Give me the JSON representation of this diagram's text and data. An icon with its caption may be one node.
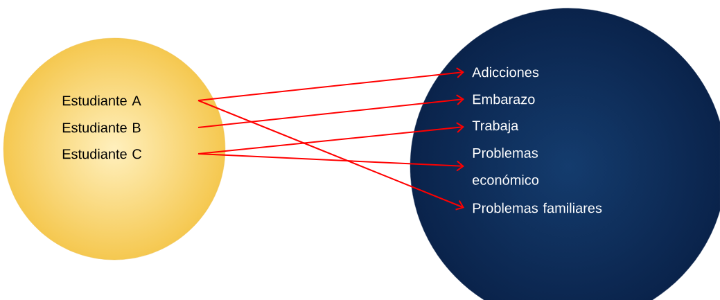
{
  "diagram": {
    "nodes": [
      {
        "text": [],
        "shape": "circle"
      },
      {
        "text": [
          "Estudiante A"
        ],
        "in": 0
      },
      {
        "text": [
          "Estudiante B"
        ],
        "in": 0
      },
      {
        "text": [
          "Estudiante C"
        ],
        "in": 0
      },
      {
        "text": [],
        "shape": "circle"
      },
      {
        "text": [
          "Adicciones"
        ],
        "in": 4
      },
      {
        "text": [
          "Embarazo"
        ],
        "in": 4
      },
      {
        "text": [
          "Trabaja"
        ],
        "in": 4
      },
      {
        "text": [
          "Problemas económico"
        ],
        "in": 4
      },
      {
        "text": [
          "Problemas familiares"
        ],
        "in": 4
      }
    ],
    "edges": [
      {
        "from": 1,
        "to": 5,
        "arrow": "to"
      },
      {
        "from": 1,
        "to": 9,
        "arrow": "to"
      },
      {
        "from": 2,
        "to": 6,
        "arrow": "to"
      },
      {
        "from": 3,
        "to": 7,
        "arrow": "to"
      },
      {
        "from": 3,
        "to": 8,
        "arrow": "to"
      }
    ]
  }
}
